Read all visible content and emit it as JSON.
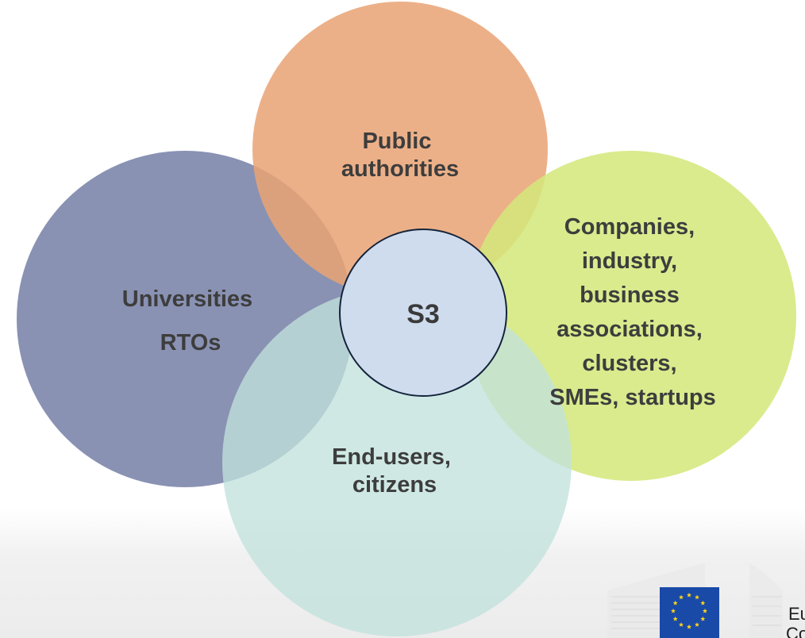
{
  "diagram": {
    "center": {
      "label": "S3"
    },
    "circles": [
      {
        "key": "public",
        "lines": [
          "Public",
          "authorities"
        ],
        "color": "#e9a374"
      },
      {
        "key": "universities",
        "lines": [
          "Universities",
          "RTOs"
        ],
        "color": "#7c86ab"
      },
      {
        "key": "companies",
        "lines": [
          "Companies,",
          "industry,",
          "business",
          "associations,",
          "clusters,",
          "SMEs, startups"
        ],
        "color": "#d5e87a"
      },
      {
        "key": "endusers",
        "lines": [
          "End-users,",
          "citizens"
        ],
        "color": "#c3e3df"
      }
    ]
  },
  "logo": {
    "name": "European Commission",
    "visible_text": [
      "Eu",
      "Co"
    ],
    "flag_color": "#1a4aa8",
    "star_color": "#ffd617"
  }
}
